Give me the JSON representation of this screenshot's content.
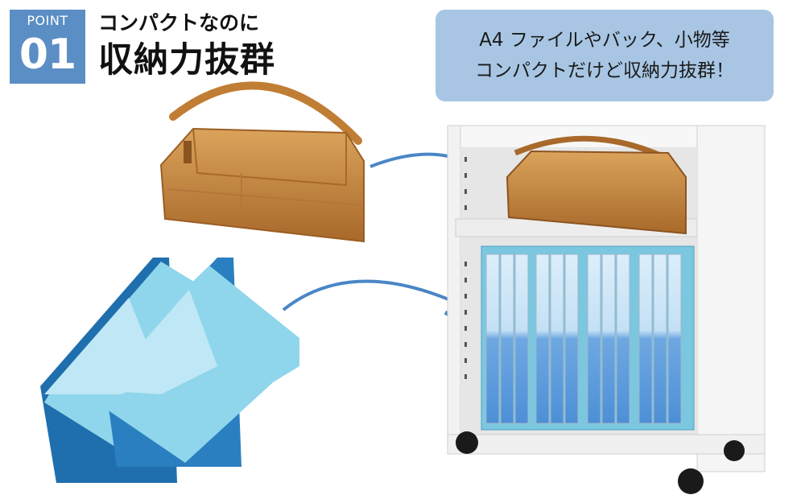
{
  "badge": {
    "top": "POINT",
    "number": "01"
  },
  "heading": {
    "sub": "コンパクトなのに",
    "main": "収納力抜群"
  },
  "bubble": {
    "line1": "A4 ファイルやバック、小物等",
    "line2": "コンパクトだけど収納力抜群！"
  },
  "colors": {
    "badge": "#5b8ec4",
    "bubble": "#a8c6e4",
    "arrow": "#4a86c6",
    "bag": "#c9893e",
    "folder_light": "#8fd6ec",
    "folder_dark": "#1f6fae",
    "binder": "#6aa7e0",
    "cabinet": "#f4f4f4"
  }
}
